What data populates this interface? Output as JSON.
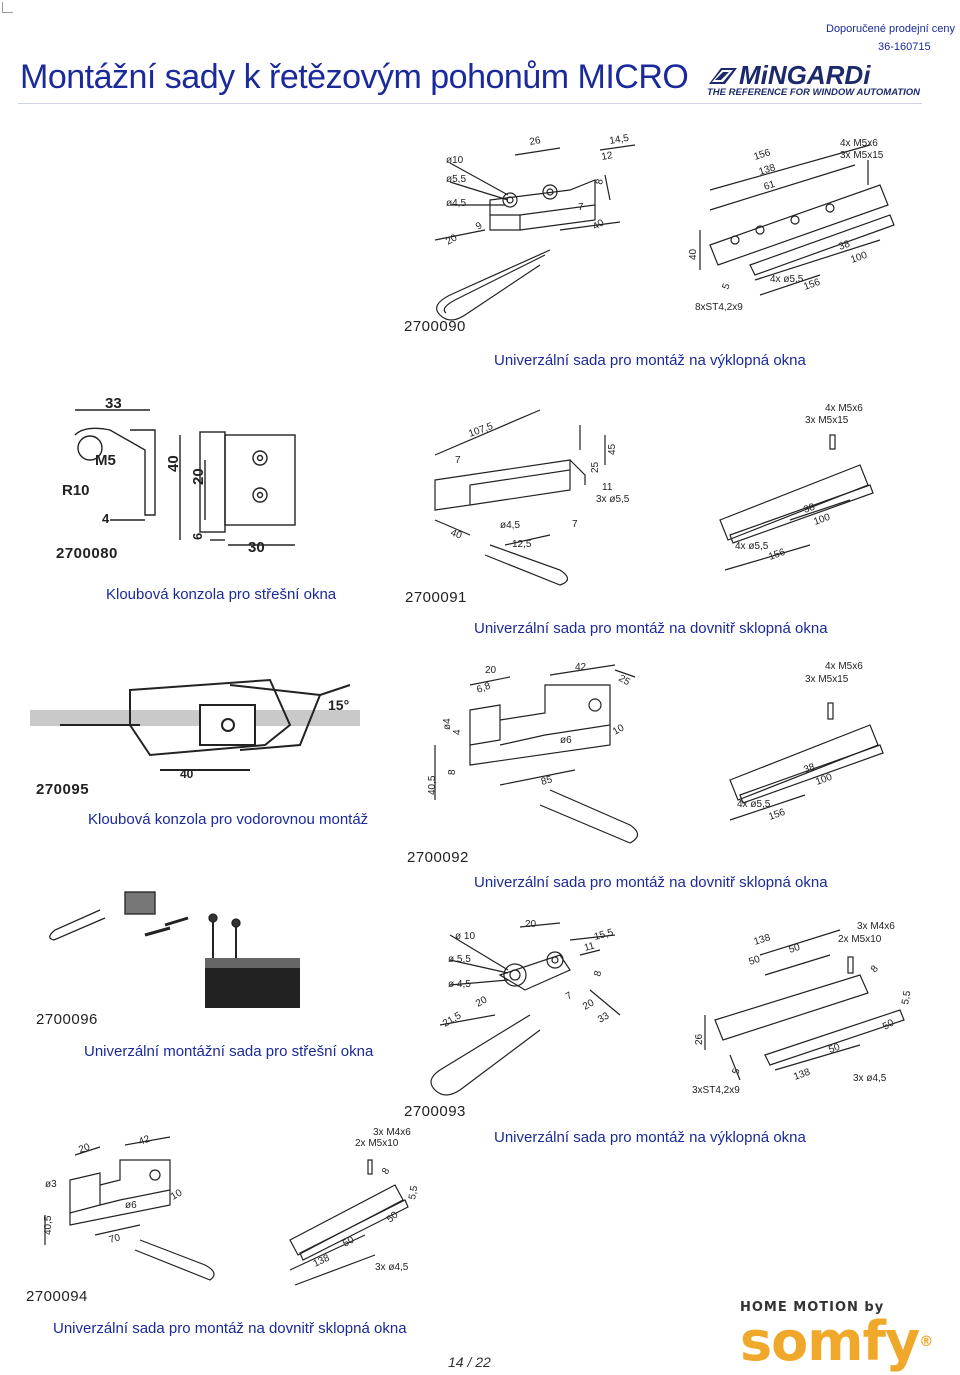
{
  "header": {
    "title": "Montážní sady k řetězovým pohonům MICRO",
    "price_note": "Doporučené prodejní ceny",
    "doc_code": "36-160715",
    "brand_name": "MiNGARDi",
    "brand_tagline": "THE REFERENCE FOR WINDOW AUTOMATION"
  },
  "products": [
    {
      "code": "2700090",
      "caption": "Univerzální sada pro montáž na výklopná okna"
    },
    {
      "code": "2700080",
      "caption": "Kloubová konzola pro střešní okna"
    },
    {
      "code": "2700091",
      "caption": "Univerzální sada pro montáž na dovnitř sklopná okna"
    },
    {
      "code": "270095",
      "caption": "Kloubová konzola pro vodorovnou montáž"
    },
    {
      "code": "2700092",
      "caption": "Univerzální sada pro montáž na dovnitř sklopná okna"
    },
    {
      "code": "2700096",
      "caption": "Univerzální montážní sada pro střešní okna"
    },
    {
      "code": "2700093",
      "caption": "Univerzální sada pro montáž na výklopná okna"
    },
    {
      "code": "2700094",
      "caption": "Univerzální sada pro montáž na dovnitř sklopná okna"
    }
  ],
  "drawings": {
    "d90": {
      "dims": [
        "ø10",
        "ø5,5",
        "ø4,5",
        "26",
        "14,5",
        "12",
        "8",
        "7",
        "40",
        "20",
        "9"
      ],
      "rail": [
        "156",
        "138",
        "61",
        "4x M5x6",
        "3x M5x15",
        "40",
        "4x ø5,5",
        "38",
        "100",
        "156",
        "8xST4,2x9",
        "5"
      ]
    },
    "d80": {
      "dims": [
        "33",
        "M5",
        "R10",
        "40",
        "20",
        "4",
        "6",
        "30"
      ]
    },
    "d91": {
      "dims": [
        "107,5",
        "7",
        "45",
        "25",
        "11",
        "3x ø5,5",
        "ø4,5",
        "7",
        "40",
        "12,5"
      ],
      "rail": [
        "4x M5x6",
        "3x M5x15",
        "38",
        "100",
        "4x ø5,5",
        "156"
      ]
    },
    "d95": {
      "dims": [
        "15°",
        "40"
      ]
    },
    "d92": {
      "dims": [
        "20",
        "42",
        "25",
        "6,8",
        "ø4",
        "4",
        "ø6",
        "10",
        "8",
        "40,5",
        "85"
      ],
      "rail": [
        "4x M5x6",
        "3x M5x15",
        "38",
        "100",
        "4x ø5,5",
        "156"
      ]
    },
    "d93": {
      "dims": [
        "ø 10",
        "ø 5,5",
        "ø 4,5",
        "20",
        "15,5",
        "11",
        "8",
        "7",
        "20",
        "33",
        "20",
        "21,5"
      ],
      "rail": [
        "3x M4x6",
        "2x M5x10",
        "138",
        "50",
        "50",
        "8",
        "5,5",
        "26",
        "50",
        "50",
        "3xST4,2x9",
        "138",
        "3x ø4,5",
        "5"
      ]
    },
    "d94": {
      "dims": [
        "20",
        "42",
        "ø3",
        "ø6",
        "10",
        "40,5",
        "70"
      ],
      "rail": [
        "3x M4x6",
        "2x M5x10",
        "8",
        "5,5",
        "50",
        "50",
        "138",
        "3x ø4,5"
      ]
    }
  },
  "footer": {
    "page": "14 / 22",
    "somfy_prefix": "HOME MOTION by",
    "somfy_brand": "somfy",
    "somfy_reg": "®"
  },
  "colors": {
    "title_blue": "#1b2a9a",
    "somfy_orange": "#f0a82a",
    "brand_navy": "#1c2a6b"
  }
}
